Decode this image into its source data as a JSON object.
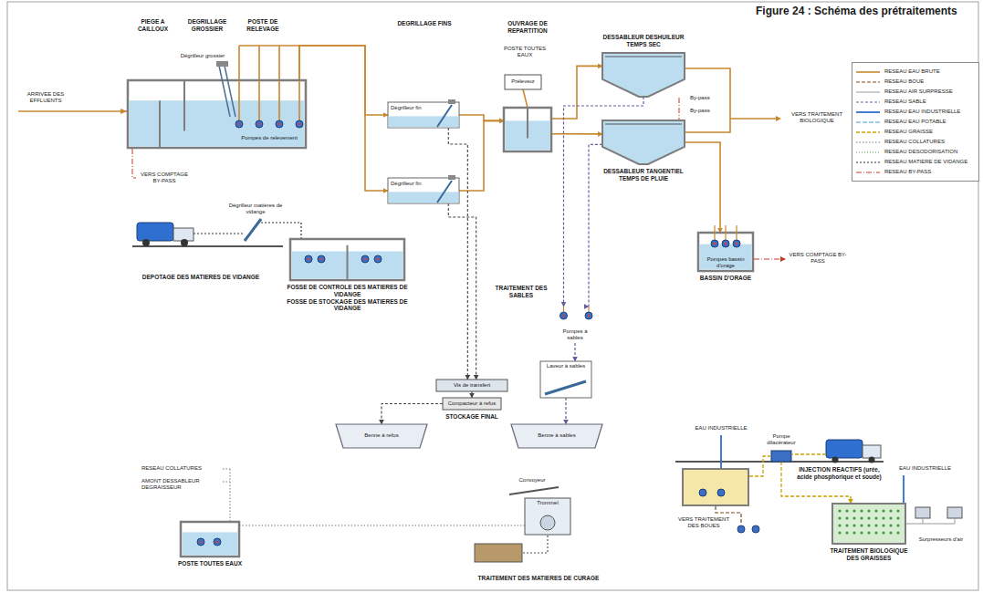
{
  "diagram": {
    "title": "Figure 24 : Schéma des prétraitements",
    "nodes": [
      {
        "text": [
          "Pompes de relevement"
        ]
      },
      {
        "text": [
          "Dégrilleur fin"
        ]
      },
      {
        "text": [
          "Dégrilleur fin"
        ]
      },
      {
        "text": [
          "Préleveur"
        ]
      },
      {
        "text": [
          "OUVRAGE DE REPARTITION"
        ]
      },
      {
        "text": [
          "DESSABLEUR DESHUILEUR TEMPS SEC"
        ]
      },
      {
        "text": [
          "DESSABLEUR TANGENTIEL TEMPS DE PLUIE"
        ]
      },
      {
        "text": [
          "Pompes bassin d'orage",
          "BASSIN D'ORAGE"
        ]
      },
      {
        "text": [
          "FOSSE DE CONTROLE DES MATIERES DE VIDANGE",
          "FOSSE DE STOCKAGE DES MATIERES DE VIDANGE"
        ]
      },
      {
        "text": [
          "Pompes à sables"
        ]
      },
      {
        "text": [
          "Vis de transfert"
        ]
      },
      {
        "text": [
          "Compacteur à refus"
        ]
      },
      {
        "text": [
          "Benne à refus"
        ]
      },
      {
        "text": [
          "Laveur à sables"
        ]
      },
      {
        "text": [
          "Benne à sables"
        ]
      },
      {
        "text": [
          "Trommel"
        ]
      },
      {
        "text": [
          "POSTE TOUTES EAUX"
        ]
      },
      {
        "text": [
          "Pompe dilacérateur"
        ]
      },
      {
        "text": [
          "TRAITEMENT BIOLOGIQUE DES GRAISSES"
        ]
      }
    ],
    "edges": [
      {
        "from": 0,
        "to": 1,
        "arrow": "to"
      },
      {
        "from": 0,
        "to": 2,
        "arrow": "to"
      },
      {
        "from": 1,
        "to": 4,
        "arrow": "to"
      },
      {
        "from": 2,
        "to": 4,
        "arrow": "to"
      },
      {
        "from": 3,
        "to": 4,
        "arrow": "none"
      },
      {
        "from": 4,
        "to": 5,
        "arrow": "to"
      },
      {
        "from": 4,
        "to": 6,
        "arrow": "to"
      },
      {
        "from": 6,
        "to": 7,
        "arrow": "to"
      },
      {
        "from": 1,
        "to": 10,
        "arrow": "to"
      },
      {
        "from": 2,
        "to": 10,
        "arrow": "to"
      },
      {
        "from": 10,
        "to": 11,
        "arrow": "to"
      },
      {
        "from": 11,
        "to": 12,
        "arrow": "to"
      },
      {
        "from": 5,
        "to": 9,
        "arrow": "to"
      },
      {
        "from": 6,
        "to": 9,
        "arrow": "to"
      },
      {
        "from": 9,
        "to": 13,
        "arrow": "to"
      },
      {
        "from": 13,
        "to": 14,
        "arrow": "to"
      },
      {
        "from": 15,
        "to": 16,
        "arrow": "none"
      },
      {
        "from": 17,
        "to": 18,
        "arrow": "to"
      }
    ],
    "labels": [
      "PIEGE A CAILLOUX",
      "DEGRILLAGE GROSSIER",
      "POSTE DE RELEVAGE",
      "DEGRILLAGE FINS",
      "POSTE TOUTES EAUX",
      "ARRIVEE DES EFFLUENTS",
      "Dégrilleur grossier",
      "VERS COMPTAGE BY-PASS",
      "By-pass",
      "By-pass",
      "VERS TRAITEMENT BIOLOGIQUE",
      "VERS COMPTAGE BY-PASS",
      "Dégrilleur matières de vidange",
      "DEPOTAGE DES MATIERES DE VIDANGE",
      "Pompes",
      "Pompes",
      "TRAITEMENT DES SABLES",
      "STOCKAGE FINAL",
      "Convoyeur",
      "TRAITEMENT DES MATIERES DE CURAGE",
      "RESEAU COLLATURES",
      "AMONT DESSABLEUR DEGRAISSEUR",
      "EAU INDUSTRIELLE",
      "INJECTION REACTIFS (urée, acide phosphorique et soude)",
      "EAU INDUSTRIELLE",
      "VERS TRAITEMENT DES BOUES",
      "Surpresseurs d'air"
    ],
    "legend": [
      {
        "text": "RESEAU EAU BRUTE"
      },
      {
        "text": "RESEAU BOUE"
      },
      {
        "text": "RESEAU AIR SURPRESSE"
      },
      {
        "text": "RESEAU SABLE"
      },
      {
        "text": "RESEAU EAU INDUSTRIELLE"
      },
      {
        "text": "RESEAU EAU POTABLE"
      },
      {
        "text": "RESEAU GRAISSE"
      },
      {
        "text": "RESEAU COLLATURES"
      },
      {
        "text": "RESEAU DESODORISATION"
      },
      {
        "text": "RESEAU MATIERE DE VIDANGE"
      },
      {
        "text": "RESEAU BY-PASS"
      }
    ]
  }
}
